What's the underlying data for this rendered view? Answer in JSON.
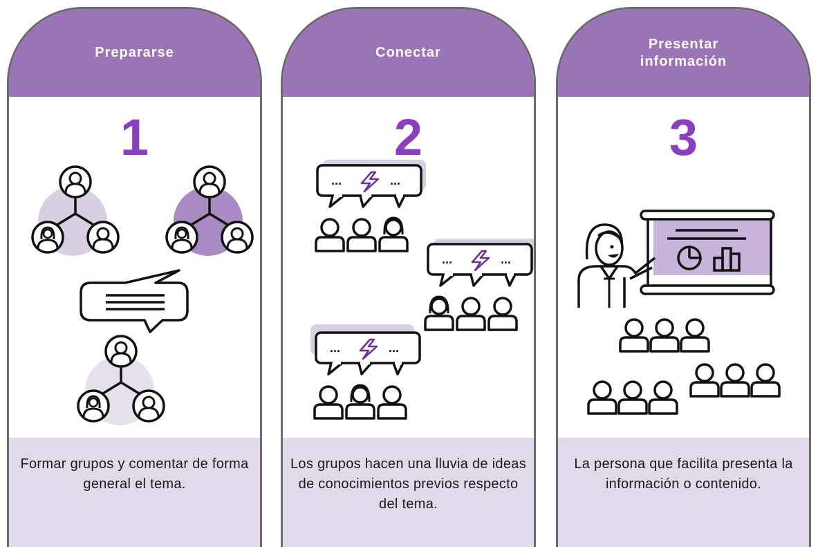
{
  "colors": {
    "header": "#9b74b8",
    "number": "#8a3fbf",
    "description_bg": "#e2d9ea",
    "accent_light": "#d9cfe2",
    "accent_mid": "#c8b3da",
    "border": "#6a6a6a"
  },
  "steps": [
    {
      "title": "Prepararse",
      "number": "1",
      "description": "Formar grupos y comentar de forma general el tema.",
      "icon": "group-network-icon"
    },
    {
      "title": "Conectar",
      "number": "2",
      "description": "Los grupos hacen una lluvia de ideas de conocimientos previos respecto del tema.",
      "icon": "brainstorm-icon"
    },
    {
      "title": "Presentar información",
      "number": "3",
      "description": "La persona que facilita presenta la información o contenido.",
      "icon": "presentation-icon"
    }
  ]
}
